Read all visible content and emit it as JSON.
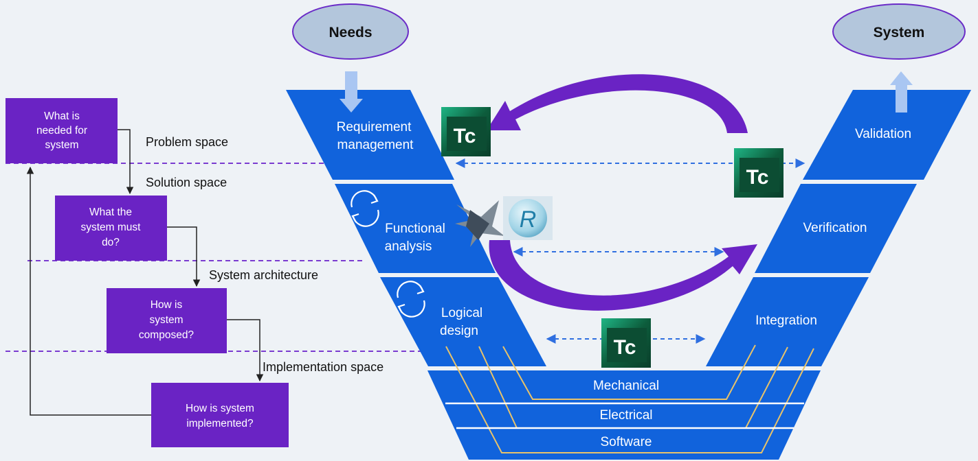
{
  "inputs": {
    "needs": "Needs",
    "system": "System"
  },
  "v_blocks": {
    "requirement_management": [
      "Requirement",
      "management"
    ],
    "functional_analysis": [
      "Functional",
      "analysis"
    ],
    "logical_design": [
      "Logical",
      "design"
    ],
    "validation": "Validation",
    "verification": "Verification",
    "integration": "Integration"
  },
  "domains": {
    "mechanical": "Mechanical",
    "electrical": "Electrical",
    "software": "Software"
  },
  "flow_boxes": {
    "needed": [
      "What is",
      "needed for",
      "system"
    ],
    "must_do": [
      "What the",
      "system must",
      "do?"
    ],
    "composed": [
      "How is",
      "system",
      "composed?"
    ],
    "implemented": [
      "How is system",
      "implemented?"
    ]
  },
  "spaces": {
    "problem": "Problem space",
    "solution": "Solution space",
    "architecture": "System architecture",
    "implementation": "Implementation space"
  },
  "tool_logos": {
    "teamcenter": "Tc",
    "rhapsody": "R"
  },
  "colors": {
    "block_blue": "#1163dc",
    "ellipse_fill": "#b3c6dc",
    "ellipse_stroke": "#6a2bc7",
    "box_purple": "#6a23c4",
    "tc_dark": "#0c4d33",
    "tc_light": "#17a67a",
    "arc_purple": "#6a23c4",
    "yellow_line": "#e8c36a"
  }
}
